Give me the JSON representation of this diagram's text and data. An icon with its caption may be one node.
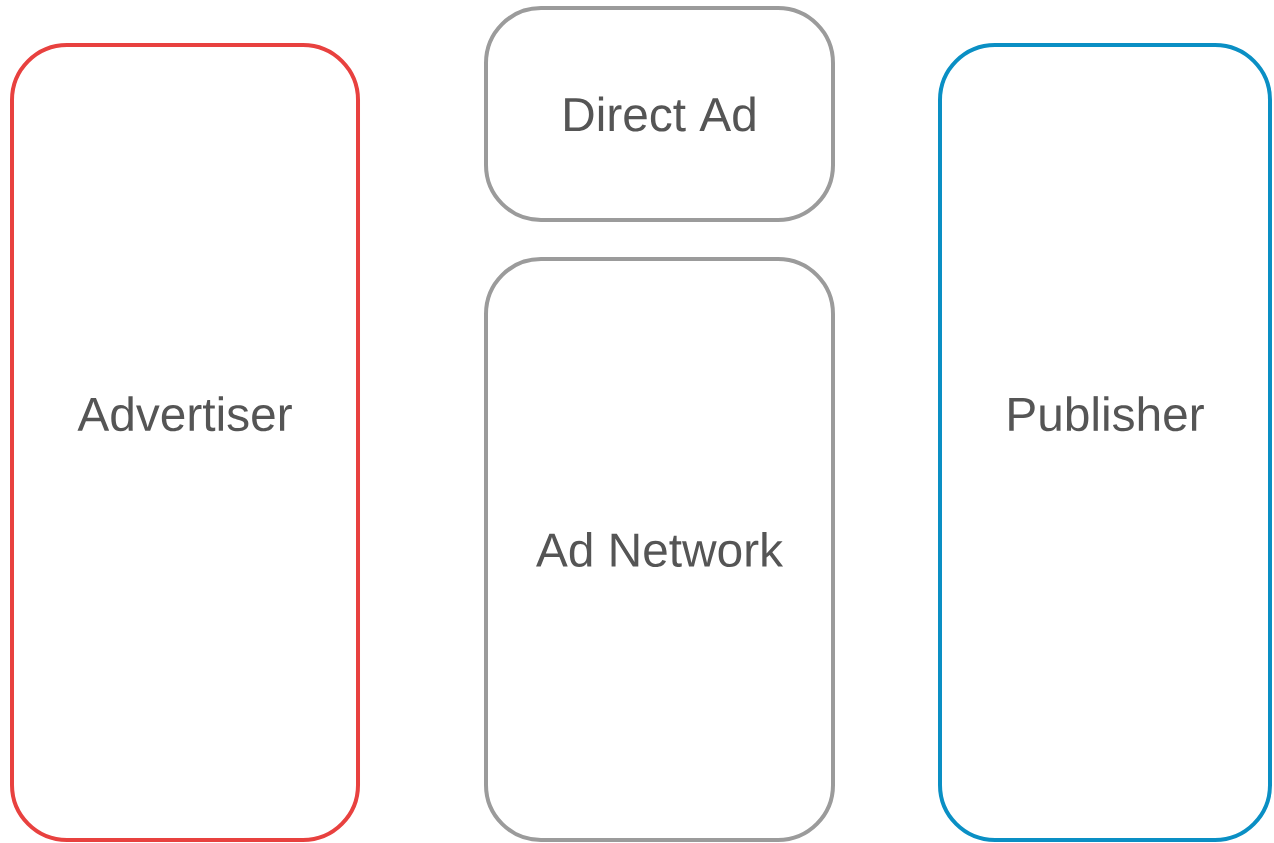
{
  "diagram": {
    "nodes": [
      {
        "text": [
          "Advertiser"
        ]
      },
      {
        "text": [
          "Direct Ad"
        ]
      },
      {
        "text": [
          "Ad Network"
        ]
      },
      {
        "text": [
          "Publisher"
        ]
      }
    ]
  }
}
